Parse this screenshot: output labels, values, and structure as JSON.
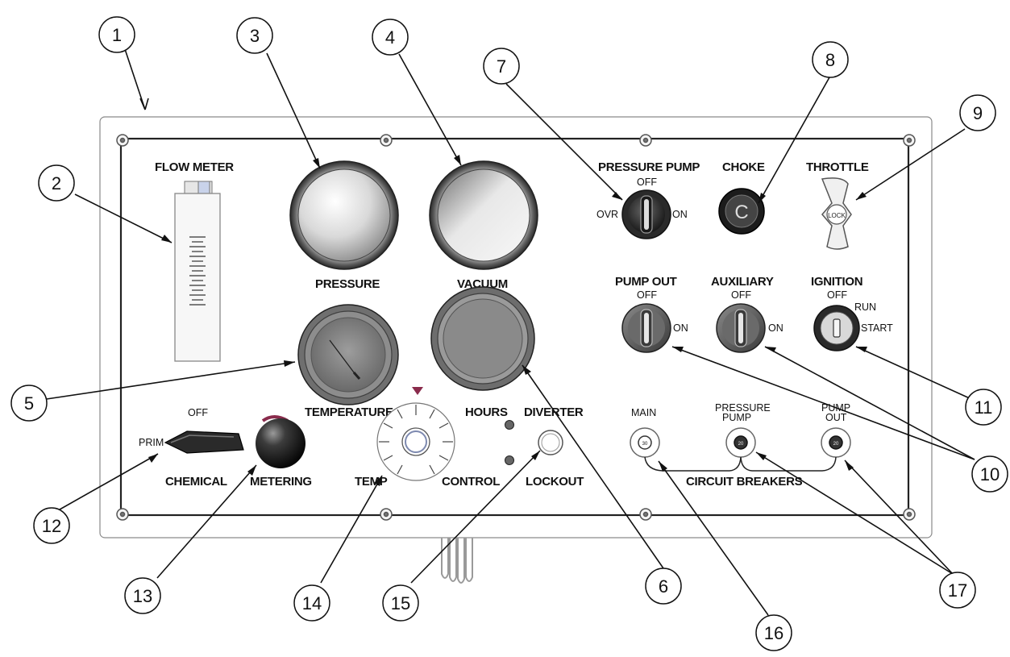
{
  "labels": {
    "flow_meter": "FLOW METER",
    "pressure": "PRESSURE",
    "vacuum": "VACUUM",
    "pressure_pump": "PRESSURE PUMP",
    "choke": "CHOKE",
    "throttle": "THROTTLE",
    "pump_out": "PUMP OUT",
    "auxiliary": "AUXILIARY",
    "ignition": "IGNITION",
    "temperature": "TEMPERATURE",
    "hours": "HOURS",
    "diverter": "DIVERTER",
    "lockout": "LOCKOUT",
    "chemical": "CHEMICAL",
    "metering": "METERING",
    "temp": "TEMP",
    "control": "CONTROL",
    "circuit_breakers": "CIRCUIT BREAKERS",
    "main": "MAIN",
    "pressure_pump_cb_1": "PRESSURE",
    "pressure_pump_cb_2": "PUMP",
    "pump_out_cb_1": "PUMP",
    "pump_out_cb_2": "OUT"
  },
  "switch_positions": {
    "pp_off": "OFF",
    "pp_ovr": "OVR",
    "pp_on": "ON",
    "po_off": "OFF",
    "po_on": "ON",
    "aux_off": "OFF",
    "aux_on": "ON",
    "ign_off": "OFF",
    "ign_run": "RUN",
    "ign_start": "START",
    "chem_off": "OFF",
    "chem_prime": "PRIM",
    "choke_glyph": "C",
    "throttle_lock": "LOCK",
    "cb_rating_1": "30",
    "cb_rating_2": "20",
    "cb_rating_3": "20"
  },
  "callouts": [
    "1",
    "2",
    "3",
    "4",
    "5",
    "6",
    "7",
    "8",
    "9",
    "10",
    "11",
    "12",
    "13",
    "14",
    "15",
    "16",
    "17"
  ]
}
